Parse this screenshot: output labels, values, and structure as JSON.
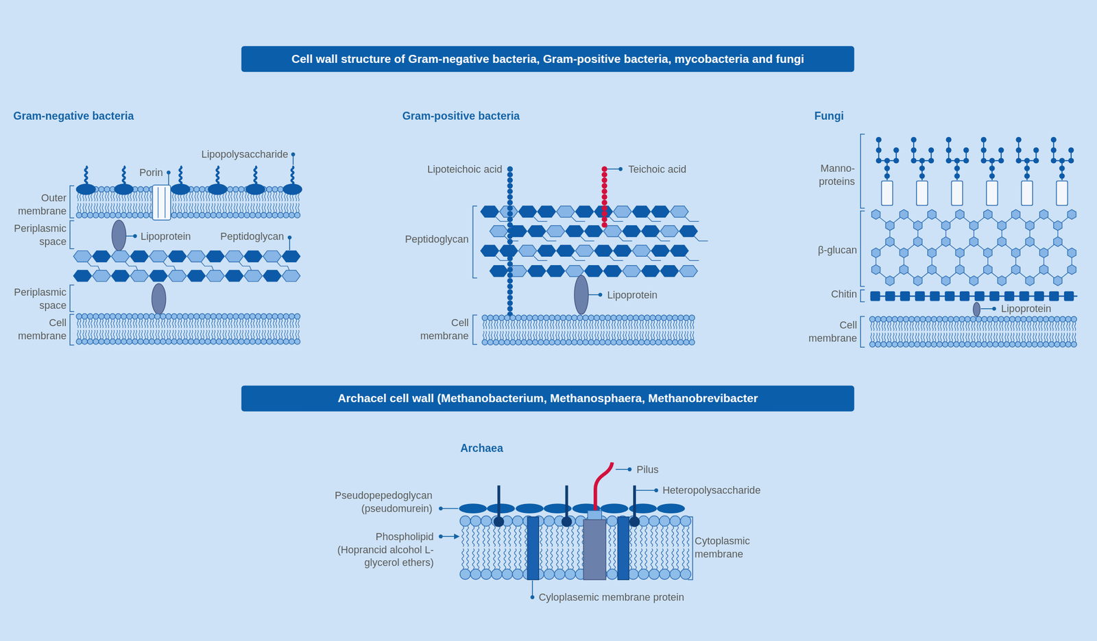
{
  "diagram": {
    "title": "Cell wall structure of Gram-negative bacteria, Gram-positive bacteria, mycobacteria and fungi",
    "nodes": [
      {
        "text": [
          "Archacel cell wall (Methanobacterium, Methanosphaera, Methanobrevibacter"
        ]
      }
    ],
    "labels": [
      "Gram-negative bacteria",
      "Lipopolysaccharide",
      "Porin",
      "Outer membrane",
      "Periplasmic space",
      "Lipoprotein",
      "Peptidoglycan",
      "Periplasmic space",
      "Cell membrane",
      "Gram-positive bacteria",
      "Lipoteichoic acid",
      "Teichoic acid",
      "Peptidoglycan",
      "Lipoprotein",
      "Cell membrane",
      "Fungi",
      "Manno- proteins",
      "β-glucan",
      "Chitin",
      "Lipoprotein",
      "Cell membrane",
      "Archaea",
      "Pilus",
      "Pseudopepedoglycan (pseudomurein)",
      "Heteropolysaccharide",
      "Phospholipid (Hoprancid alcohol L-glycerol ethers)",
      "Cytoplasmic membrane",
      "Cyloplasemic membrane protein"
    ]
  }
}
